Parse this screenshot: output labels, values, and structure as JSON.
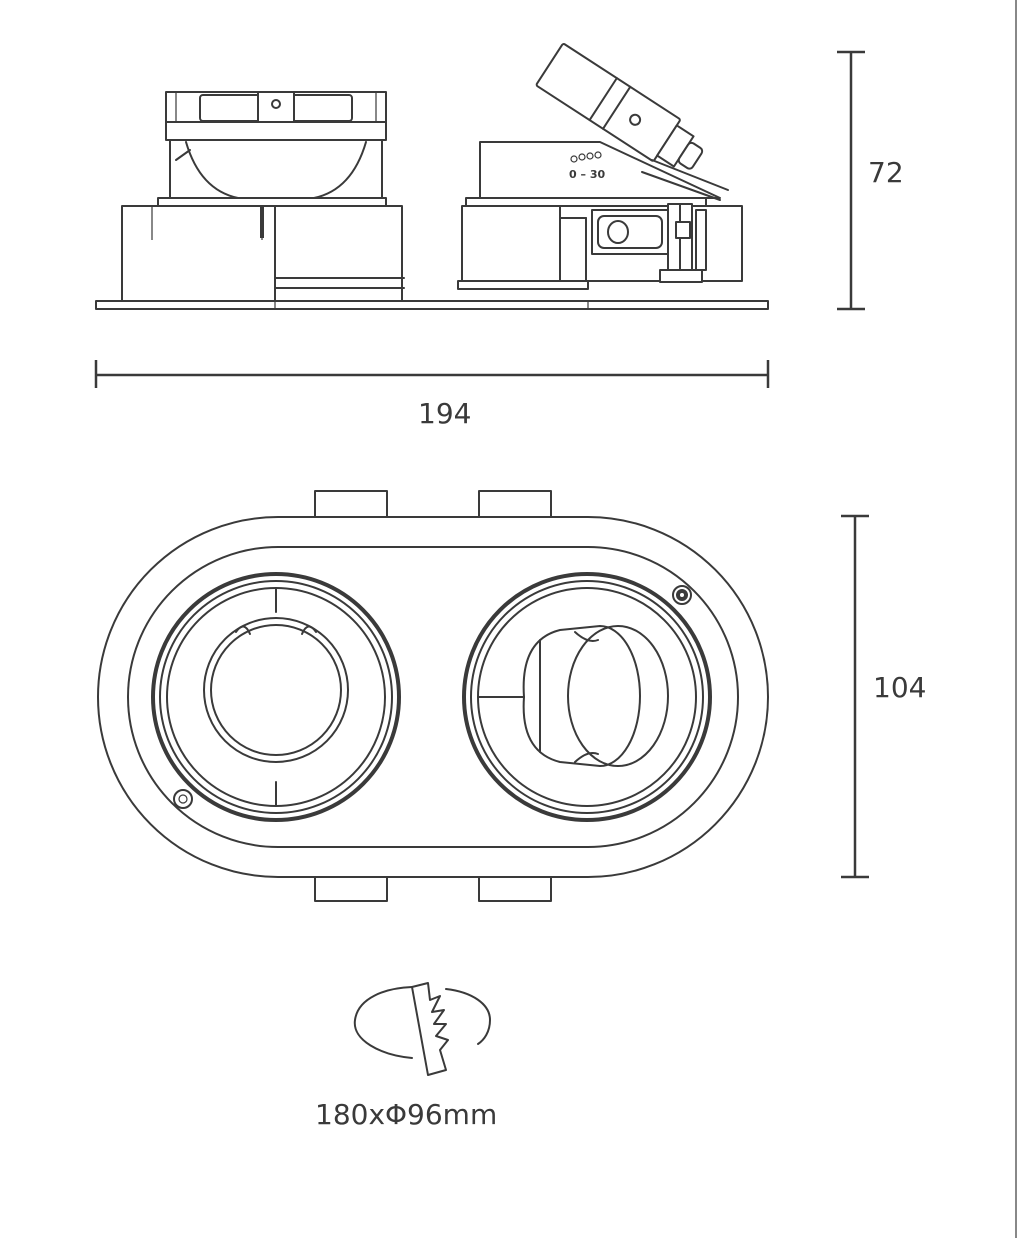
{
  "dimensions": {
    "height": "72",
    "width": "194",
    "depth": "104",
    "cutout": "180xΦ96mm"
  },
  "tilt_marking": {
    "angle_label": "0 – 30"
  },
  "colors": {
    "line": "#3a3a3a",
    "background": "#ffffff"
  }
}
